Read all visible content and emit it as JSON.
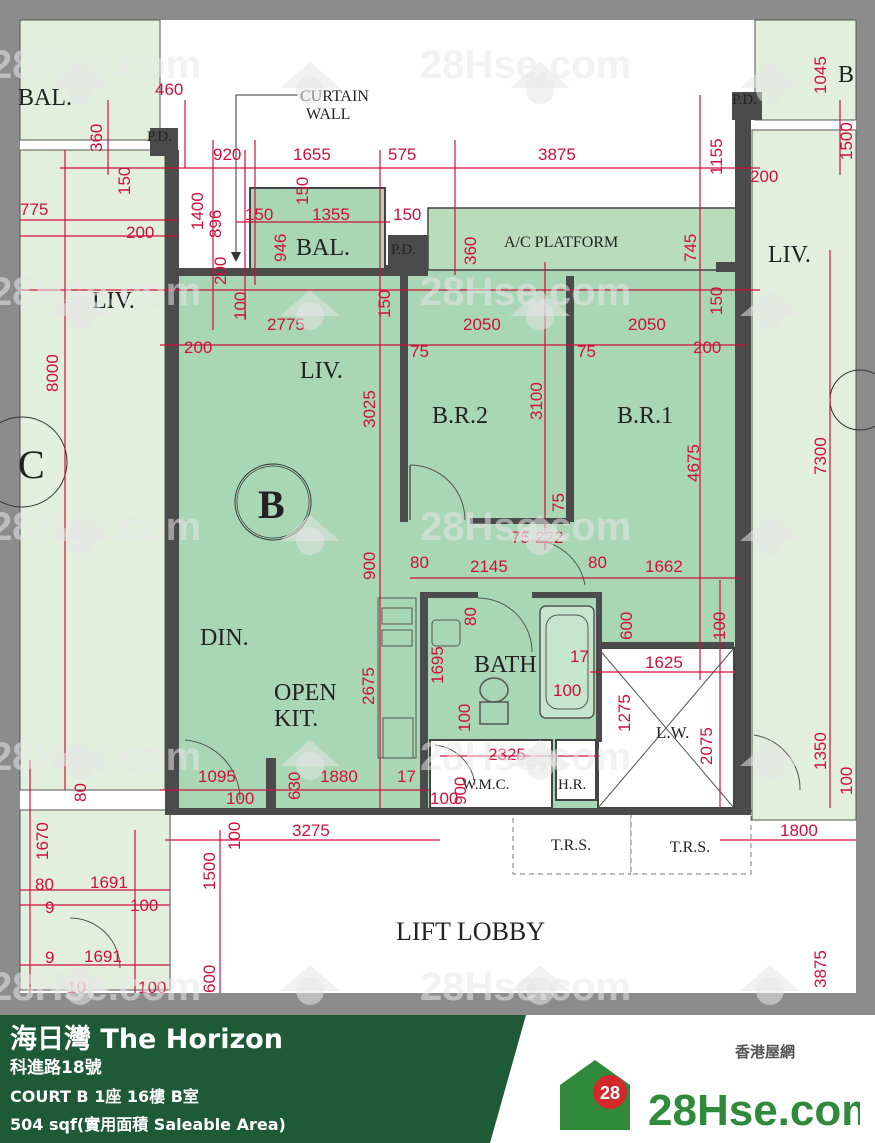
{
  "plan": {
    "rooms": {
      "liv_main": "LIV.",
      "br2": "B.R.2",
      "br1": "B.R.1",
      "din": "DIN.",
      "open_kit_1": "OPEN",
      "open_kit_2": "KIT.",
      "bath": "BATH",
      "lw": "L.W.",
      "wmc": "W.M.C.",
      "hr": "H.R.",
      "bal": "BAL.",
      "ac_platform": "A/C PLATFORM",
      "pd_1": "P.D.",
      "pd_2": "P.D.",
      "pd_3": "P.D.",
      "curtain_1": "CURTAIN",
      "curtain_2": "WALL",
      "lift_lobby": "LIFT LOBBY",
      "trs_1": "T.R.S.",
      "trs_2": "T.R.S.",
      "unit_label": "B",
      "left_bal": "BAL.",
      "left_liv": "LIV.",
      "left_unit": "C",
      "right_liv": "LIV.",
      "right_b": "B"
    },
    "dimensions": {
      "d460": "460",
      "d920": "920",
      "d1655": "1655",
      "d575": "575",
      "d3875": "3875",
      "d1155": "1155",
      "d1045": "1045",
      "d1500": "1500",
      "d200a": "200",
      "d150a": "150",
      "d360a": "360",
      "d1400": "1400",
      "d896": "896",
      "d946": "946",
      "d150b": "150",
      "d1355": "1355",
      "d150c": "150",
      "d360b": "360",
      "d745": "745",
      "d150d": "150",
      "d200b": "200",
      "d200c": "200",
      "d775": "775",
      "d100a": "100",
      "d2775": "2775",
      "d2050a": "2050",
      "d2050b": "2050",
      "d200d": "200",
      "d75a": "75",
      "d75b": "75",
      "d200e": "200",
      "d150e": "150",
      "d8000": "8000",
      "d3025": "3025",
      "d3100": "3100",
      "d4675": "4675",
      "d7300": "7300",
      "d75c": "75",
      "d75d": "75",
      "d222": "222",
      "d900": "900",
      "d80a": "80",
      "d80b": "80",
      "d2145": "2145",
      "d1662": "1662",
      "d80c": "80",
      "d600": "600",
      "d100b": "100",
      "d1695": "1695",
      "d17a": "17",
      "d1625": "1625",
      "d100c": "100",
      "d1275": "1275",
      "d2075": "2075",
      "d2675": "2675",
      "d100d": "100",
      "d2325": "2325",
      "d1350": "1350",
      "d100e": "100",
      "d1095": "1095",
      "d100f": "100",
      "d630": "630",
      "d1880": "1880",
      "d17b": "17",
      "d100g": "100",
      "d900b": "900",
      "d80d": "80",
      "d3275": "3275",
      "d100h": "100",
      "d1800": "1800",
      "d1670": "1670",
      "d80e": "80",
      "d1691a": "1691",
      "d9a": "9",
      "d100i": "100",
      "d9b": "9",
      "d1691b": "1691",
      "d100j": "100",
      "d1500b": "1500",
      "d3875b": "3875",
      "d600b": "600",
      "d10a": "10",
      "d100k": "100"
    },
    "watermark": "28Hse.com",
    "badge": "28"
  },
  "footer": {
    "title": "海日灣 The Horizon",
    "address": "科進路18號",
    "unit": "COURT B 1座 16樓 B室",
    "area": "504 sqf(實用面積 Saleable Area)",
    "brand_sub": "香港屋網",
    "brand_name": "28Hse.com",
    "brand_badge": "28"
  },
  "colors": {
    "room_fill": "#a9d6b5",
    "neighbor_fill": "#e2efdc",
    "wall": "#4b4b4b",
    "dim": "#d0103a",
    "footer_green": "#1e5a36",
    "brand_red": "#d22a2a",
    "brand_green": "#2f8a3c"
  }
}
